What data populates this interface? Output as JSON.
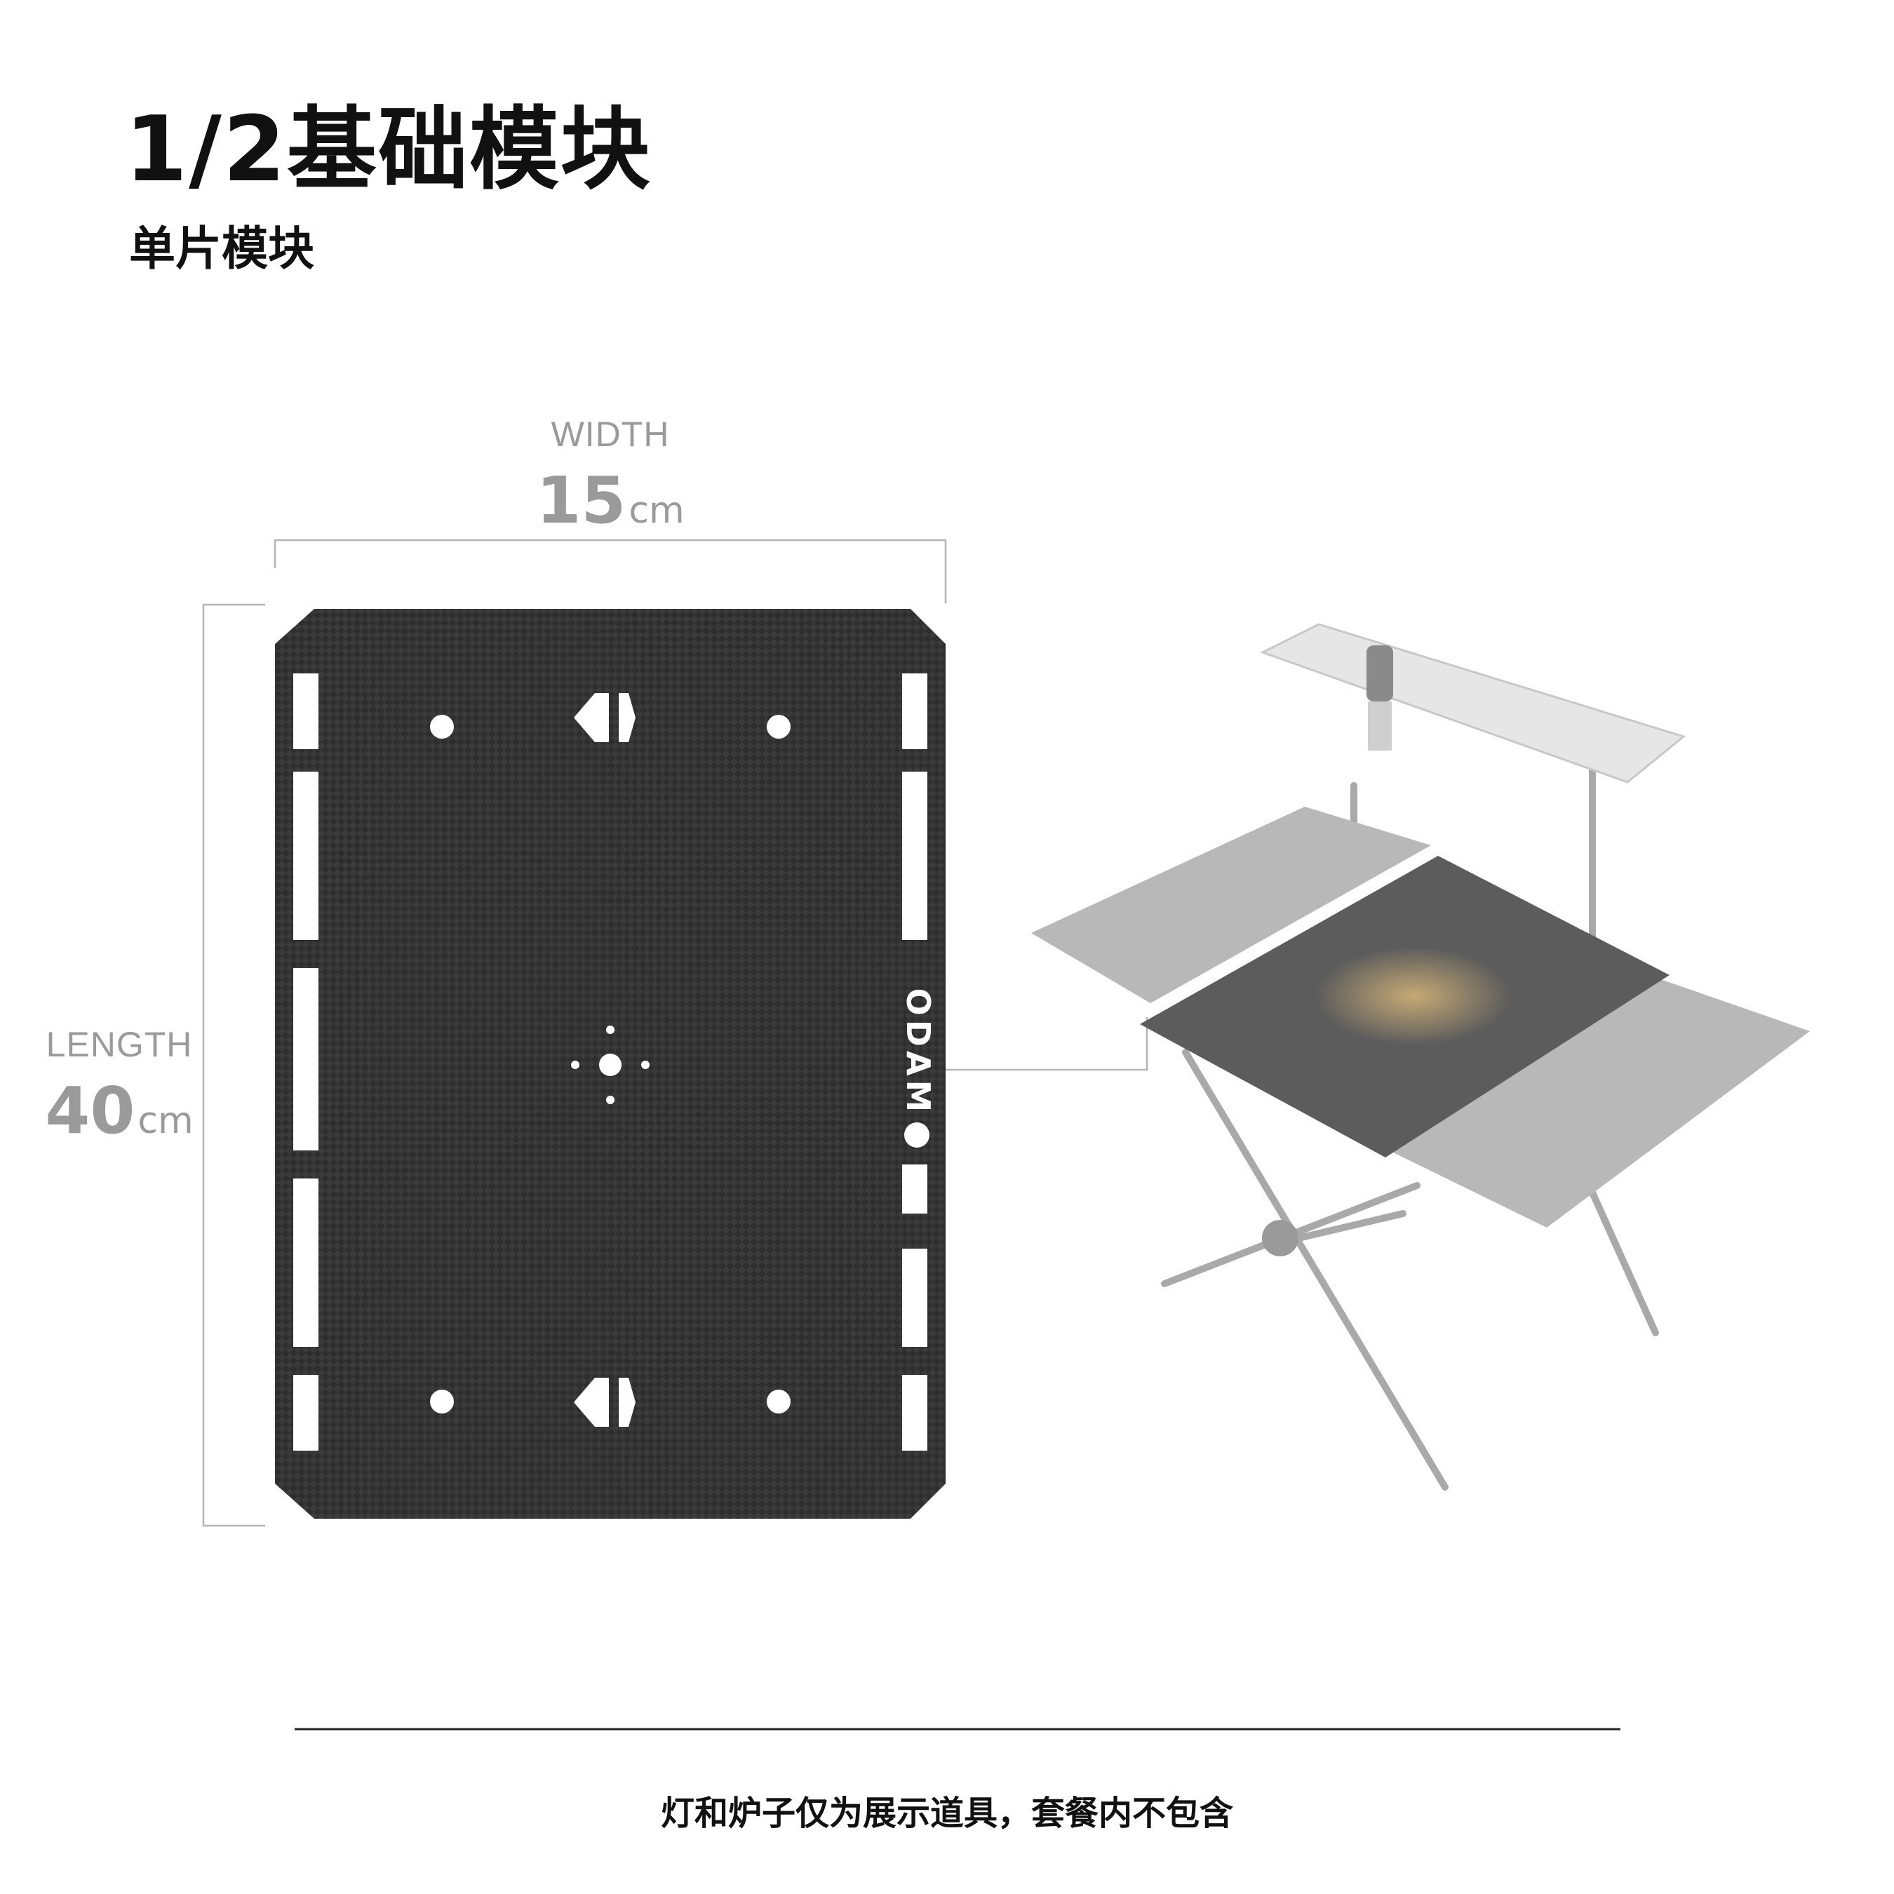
{
  "header": {
    "title": "1/2基础模块",
    "subtitle": "单片模块"
  },
  "dimensions": {
    "width": {
      "label": "WIDTH",
      "value": "15",
      "unit": "cm"
    },
    "length": {
      "label": "LENGTH",
      "value": "40",
      "unit": "cm"
    }
  },
  "panel": {
    "brand_logo_text": "ODAM",
    "color": "#3a3a3a"
  },
  "footer": {
    "note": "灯和炉子仅为展示道具，套餐内不包含"
  }
}
